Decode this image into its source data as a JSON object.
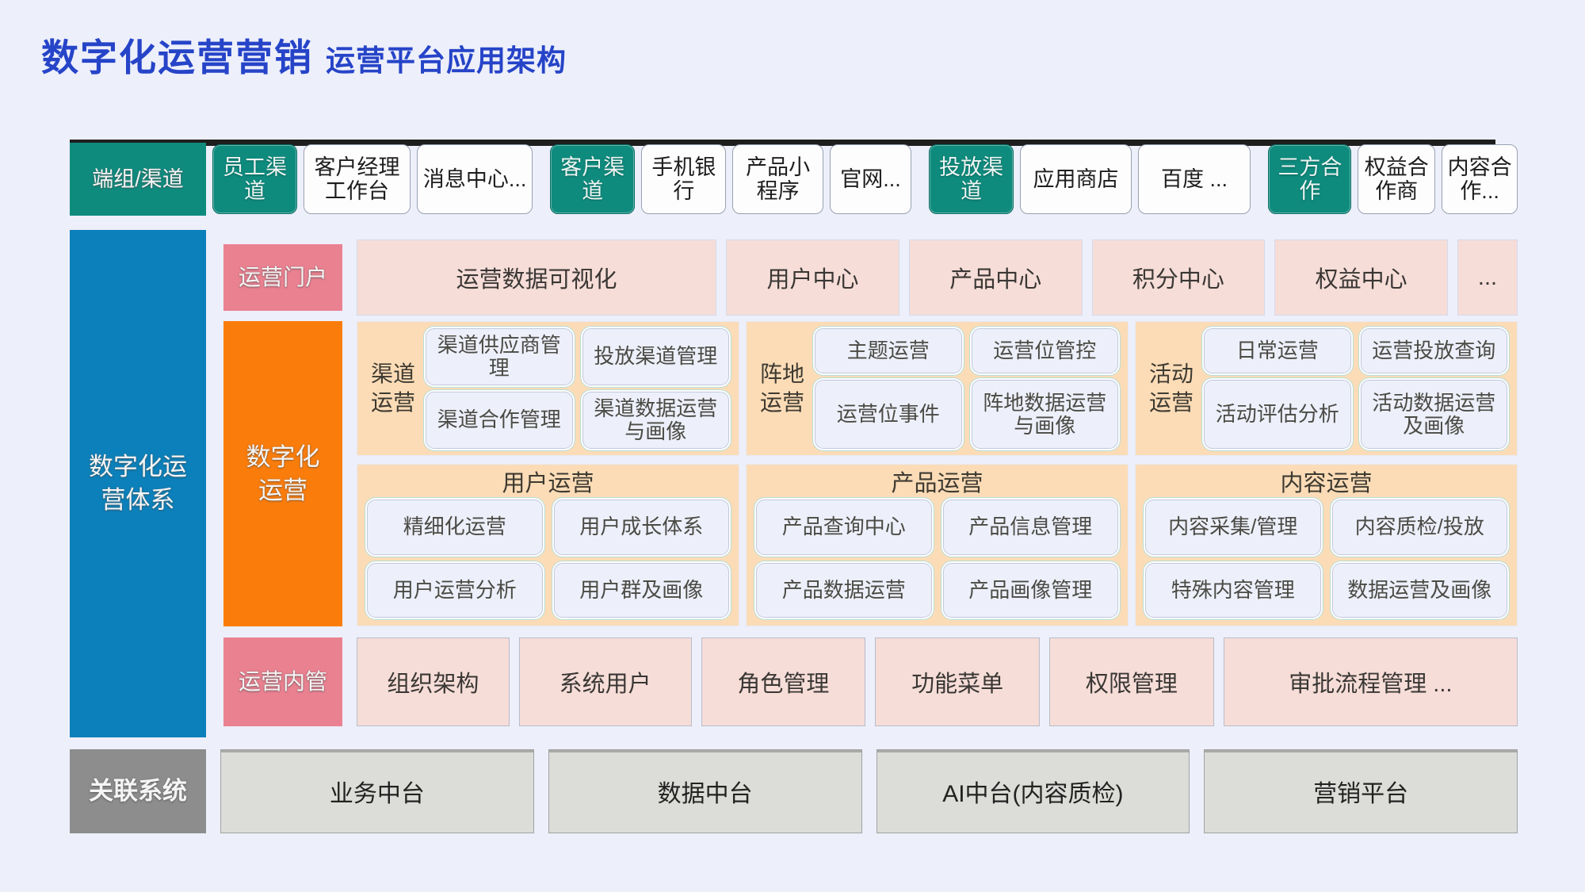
{
  "title": {
    "main": "数字化运营营销",
    "sub": "运营平台应用架构"
  },
  "channels": {
    "label": "端组/渠道",
    "items": [
      {
        "label": "员工渠道",
        "highlight": true
      },
      {
        "label": "客户经理工作台",
        "highlight": false
      },
      {
        "label": "消息中心...",
        "highlight": false
      },
      {
        "label": "客户渠道",
        "highlight": true
      },
      {
        "label": "手机银行",
        "highlight": false
      },
      {
        "label": "产品小程序",
        "highlight": false
      },
      {
        "label": "官网...",
        "highlight": false
      },
      {
        "label": "投放渠道",
        "highlight": true
      },
      {
        "label": "应用商店",
        "highlight": false
      },
      {
        "label": "百度 ...",
        "highlight": false
      },
      {
        "label": "三方合作",
        "highlight": true
      },
      {
        "label": "权益合作商",
        "highlight": false
      },
      {
        "label": "内容合作...",
        "highlight": false
      }
    ]
  },
  "system": {
    "label": "数字化运营体系",
    "portal": {
      "label": "运营门户",
      "items": [
        "运营数据可视化",
        "用户中心",
        "产品中心",
        "积分中心",
        "权益中心",
        "..."
      ]
    },
    "operation": {
      "label": "数字化运营",
      "mid_sections": [
        {
          "title": "渠道运营",
          "items": [
            "渠道供应商管理",
            "投放渠道管理",
            "渠道合作管理",
            "渠道数据运营与画像"
          ]
        },
        {
          "title": "阵地运营",
          "items": [
            "主题运营",
            "运营位管控",
            "运营位事件",
            "阵地数据运营与画像"
          ]
        },
        {
          "title": "活动运营",
          "items": [
            "日常运营",
            "运营投放查询",
            "活动评估分析",
            "活动数据运营及画像"
          ]
        }
      ],
      "lower_sections": [
        {
          "title": "用户运营",
          "items": [
            "精细化运营",
            "用户成长体系",
            "用户运营分析",
            "用户群及画像"
          ]
        },
        {
          "title": "产品运营",
          "items": [
            "产品查询中心",
            "产品信息管理",
            "产品数据运营",
            "产品画像管理"
          ]
        },
        {
          "title": "内容运营",
          "items": [
            "内容采集/管理",
            "内容质检/投放",
            "特殊内容管理",
            "数据运营及画像"
          ]
        }
      ]
    },
    "admin": {
      "label": "运营内管",
      "items": [
        "组织架构",
        "系统用户",
        "角色管理",
        "功能菜单",
        "权限管理",
        "审批流程管理 ..."
      ]
    }
  },
  "related": {
    "label": "关联系统",
    "items": [
      "业务中台",
      "数据中台",
      "AI中台(内容质检)",
      "营销平台"
    ]
  },
  "colors": {
    "background": "#EDEFFA",
    "title_blue": "#2644C8",
    "teal": "#0F8B7E",
    "sidebar_blue": "#0C80BA",
    "orange": "#FA7D0C",
    "pink_label": "#EA8191",
    "pink_box": "#F6DDD8",
    "peach_section": "#FBDCB7",
    "white_box": "#EDF0FA",
    "gray_label": "#8D8D8D",
    "gray_box": "#DCDCD8"
  }
}
